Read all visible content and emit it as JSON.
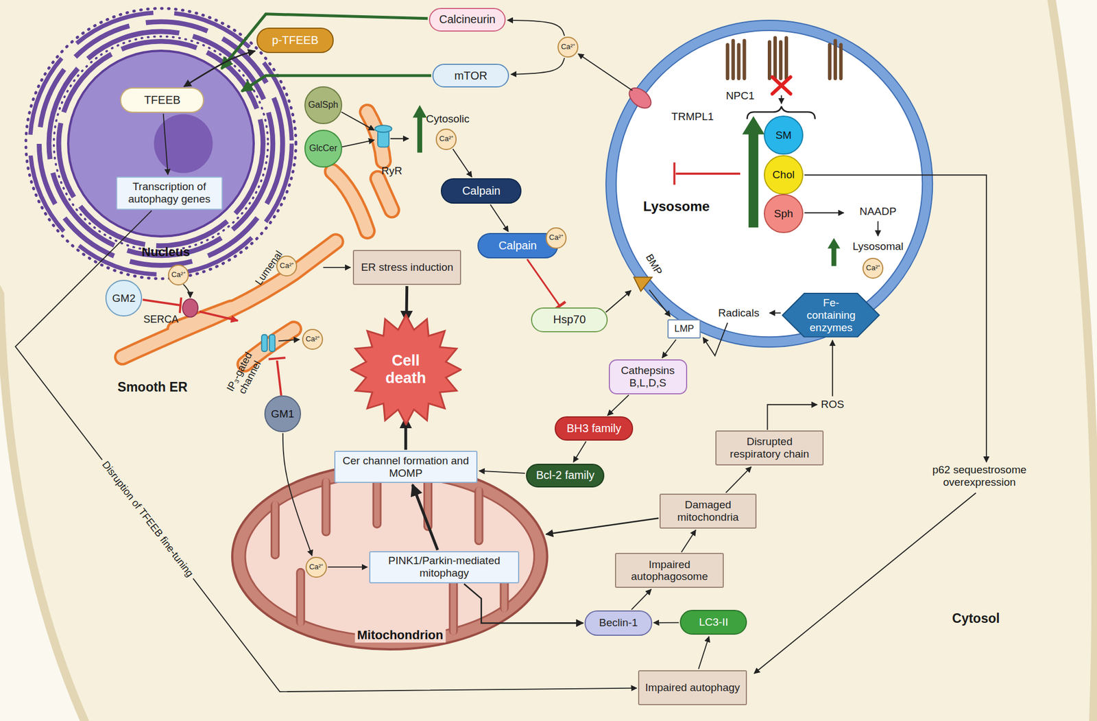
{
  "diagram": {
    "nodes": [
      {
        "text": [
          "Calcineurin"
        ]
      },
      {
        "text": [
          "p-TFEEB"
        ]
      },
      {
        "text": [
          "mTOR"
        ]
      },
      {
        "text": [
          "Ca²⁺"
        ]
      },
      {
        "text": [
          "Nucleus"
        ]
      },
      {
        "text": [
          "TFEEB"
        ],
        "in": 4
      },
      {
        "text": [
          "Transcription of autophagy genes"
        ],
        "in": 4
      },
      {
        "text": [
          "GalSph"
        ]
      },
      {
        "text": [
          "GlcCer"
        ]
      },
      {
        "text": [
          "Ca²⁺"
        ]
      },
      {
        "text": [
          "Calpain"
        ]
      },
      {
        "text": [
          "Calpain"
        ]
      },
      {
        "text": [
          "Ca²⁺"
        ]
      },
      {
        "text": [
          "ER stress induction"
        ]
      },
      {
        "text": [
          "GM2"
        ]
      },
      {
        "text": [
          "Ca²⁺"
        ]
      },
      {
        "text": [
          "Ca²⁺"
        ]
      },
      {
        "text": [
          "Ca²⁺"
        ]
      },
      {
        "text": [
          "Cell death"
        ]
      },
      {
        "text": [
          "Hsp70"
        ]
      },
      {
        "text": [
          "GM1"
        ]
      },
      {
        "text": [
          "Lysosome"
        ]
      },
      {
        "text": [
          "SM"
        ],
        "in": 21
      },
      {
        "text": [
          "Chol"
        ],
        "in": 21
      },
      {
        "text": [
          "Sph"
        ],
        "in": 21
      },
      {
        "text": [
          "Ca²⁺"
        ],
        "in": 21
      },
      {
        "text": [
          "LMP"
        ],
        "in": 21
      },
      {
        "text": [
          "Fe-containing enzymes"
        ],
        "in": 21
      },
      {
        "text": [
          "Cathepsins B,L,D,S"
        ]
      },
      {
        "text": [
          "BH3 family"
        ]
      },
      {
        "text": [
          "Bcl-2 family"
        ]
      },
      {
        "text": [
          "Cer channel formation and MOMP"
        ]
      },
      {
        "text": [
          "Mitochondrion"
        ]
      },
      {
        "text": [
          "Ca²⁺"
        ],
        "in": 32
      },
      {
        "text": [
          "PINK1/Parkin-mediated mitophagy"
        ],
        "in": 32
      },
      {
        "text": [
          "Disrupted respiratory chain"
        ]
      },
      {
        "text": [
          "Damaged mitochondria"
        ]
      },
      {
        "text": [
          "Impaired autophagosome"
        ]
      },
      {
        "text": [
          "Beclin-1"
        ]
      },
      {
        "text": [
          "LC3-II"
        ]
      },
      {
        "text": [
          "Impaired autophagy"
        ]
      }
    ],
    "edges": [
      {
        "from": 0,
        "to": 4,
        "arrow": "to"
      },
      {
        "from": 2,
        "to": 4,
        "arrow": "to"
      },
      {
        "from": 5,
        "to": 1,
        "arrow": "both"
      },
      {
        "from": 3,
        "to": 0,
        "arrow": "to"
      },
      {
        "from": 3,
        "to": 2,
        "arrow": "to"
      },
      {
        "from": 21,
        "to": 3,
        "arrow": "to"
      },
      {
        "from": 5,
        "to": 6,
        "arrow": "to"
      },
      {
        "from": 9,
        "to": 10,
        "arrow": "to"
      },
      {
        "from": 10,
        "to": 11,
        "arrow": "to"
      },
      {
        "from": 11,
        "to": 19,
        "arrow": "to"
      },
      {
        "from": 13,
        "to": 18,
        "arrow": "to"
      },
      {
        "from": 31,
        "to": 18,
        "arrow": "to"
      },
      {
        "from": 34,
        "to": 31,
        "arrow": "to"
      },
      {
        "from": 33,
        "to": 34,
        "arrow": "to"
      },
      {
        "from": 20,
        "to": 33,
        "arrow": "to"
      },
      {
        "from": 30,
        "to": 31,
        "arrow": "to"
      },
      {
        "from": 29,
        "to": 30,
        "arrow": "to"
      },
      {
        "from": 28,
        "to": 29,
        "arrow": "to"
      },
      {
        "from": 26,
        "to": 28,
        "arrow": "to"
      },
      {
        "from": 34,
        "to": 38,
        "arrow": "to"
      },
      {
        "from": 39,
        "to": 38,
        "arrow": "to"
      },
      {
        "from": 40,
        "to": 39,
        "arrow": "to"
      },
      {
        "from": 38,
        "to": 37,
        "arrow": "to"
      },
      {
        "from": 37,
        "to": 36,
        "arrow": "to"
      },
      {
        "from": 36,
        "to": 35,
        "arrow": "to"
      },
      {
        "from": 36,
        "to": 32,
        "arrow": "to"
      },
      {
        "from": 6,
        "to": 40,
        "label": "Disruption of TFEEB fine-tuning",
        "arrow": "to"
      }
    ],
    "labels": [
      "Cytosolic",
      "RyR",
      "SERCA",
      "Lumenal",
      "IP₃-gated channel",
      "Smooth ER",
      "NPC1",
      "TRMPL1",
      "NAADP",
      "Lysosomal",
      "BMP",
      "Radicals",
      "ROS",
      "p62 sequestrosome overexpression",
      "Cytosol"
    ]
  }
}
